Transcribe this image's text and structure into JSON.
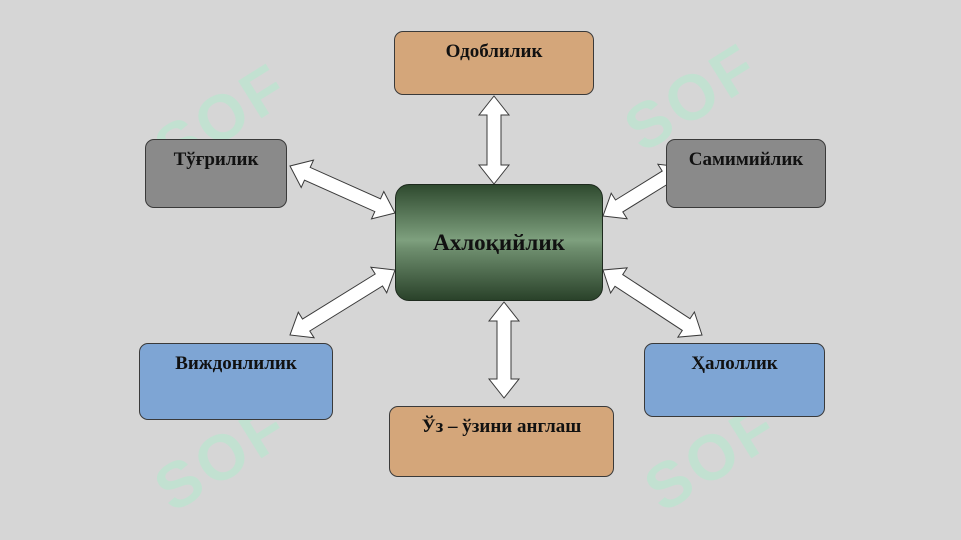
{
  "watermark": {
    "text": "SOF"
  },
  "center": {
    "label": "Ахлоқийлик"
  },
  "nodes": {
    "top": "Одоблилик",
    "left_top": "Тўғрилик",
    "right_top": "Самимийлик",
    "left_bottom": "Виждонлилик",
    "bottom": "Ўз – ўзини англаш",
    "right_bottom": "Ҳалоллик"
  },
  "colors": {
    "background": "#d6d6d6",
    "gray_box": "#8a8a8a",
    "tan_box": "#d4a67a",
    "blue_box": "#7ea5d4",
    "center_dark": "#2f4a2f",
    "center_light": "#7ea07e",
    "arrow_fill": "#ffffff",
    "watermark": "#aaf0cd"
  }
}
